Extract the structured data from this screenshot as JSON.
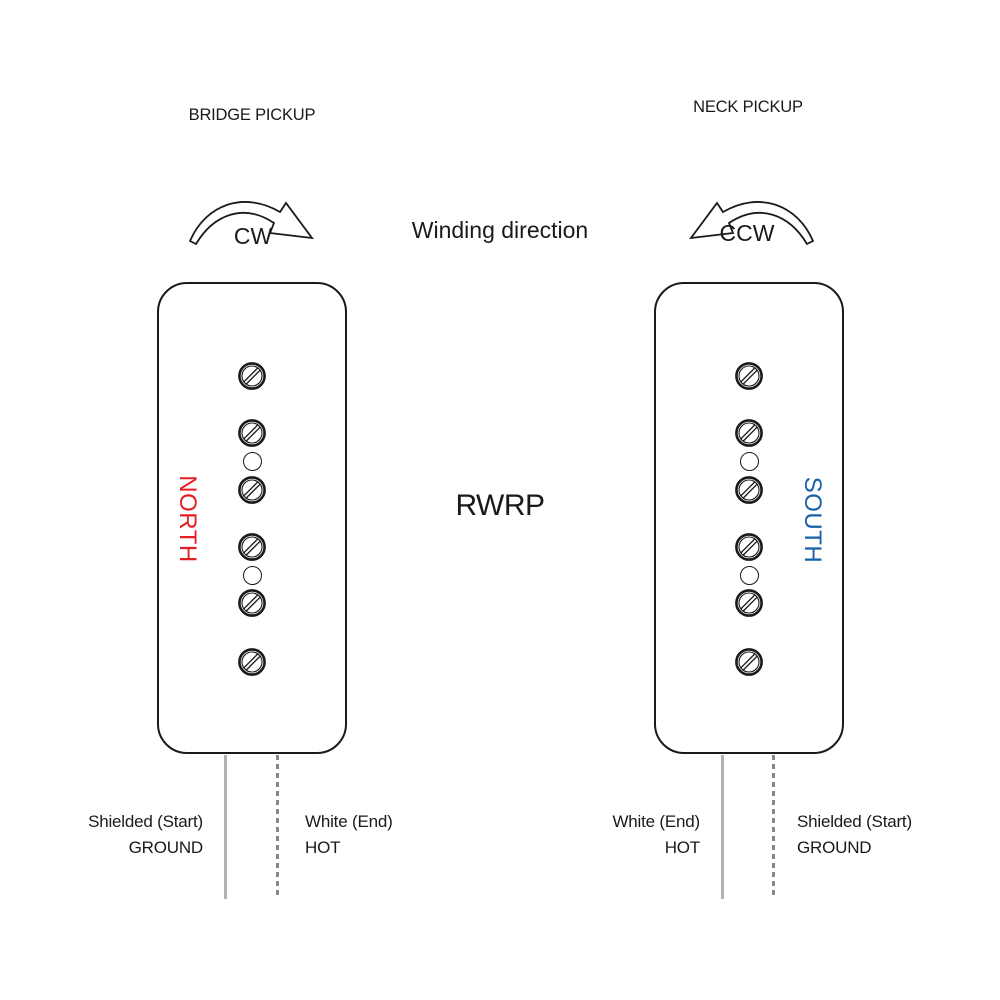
{
  "colors": {
    "line": "#1a1a1a",
    "north_red": "#e41e25",
    "south_blue": "#1660a8",
    "wire_solid_gray": "#b2b2b2",
    "wire_dashed_gray": "#878787"
  },
  "icons": {
    "cw_arrow": "curved-arrow-clockwise",
    "ccw_arrow": "curved-arrow-counterclockwise",
    "screw": "slotted-screw-head",
    "pole": "round-pole-piece"
  },
  "center": {
    "winding_direction_label": "Winding direction",
    "rwrp_label": "RWRP"
  },
  "pickups": {
    "bridge": {
      "title": "BRIDGE PICKUP",
      "winding": "CW",
      "polarity": "NORTH",
      "polarity_color": "#e41e25",
      "wire_left_line1": "Shielded (Start)",
      "wire_left_line2": "GROUND",
      "wire_right_line1": "White (End)",
      "wire_right_line2": "HOT"
    },
    "neck": {
      "title": "NECK PICKUP",
      "winding": "CCW",
      "polarity": "SOUTH",
      "polarity_color": "#1660a8",
      "wire_left_line1": "White (End)",
      "wire_left_line2": "HOT",
      "wire_right_line1": "Shielded (Start)",
      "wire_right_line2": "GROUND"
    }
  }
}
